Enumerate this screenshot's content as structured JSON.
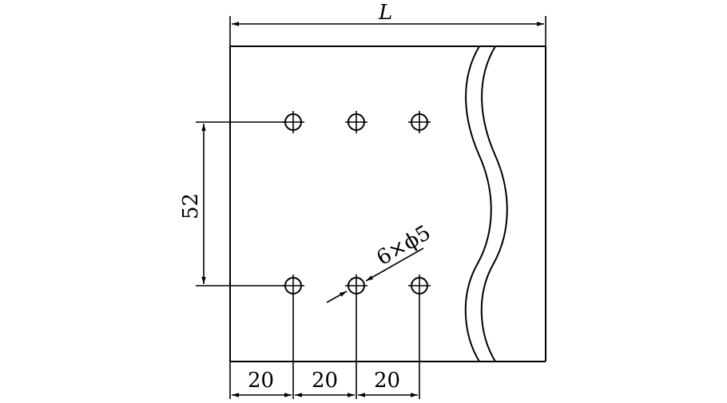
{
  "dimensions": {
    "length_label": "L",
    "vertical_spacing": "52",
    "horizontal_spacing_1": "20",
    "horizontal_spacing_2": "20",
    "horizontal_spacing_3": "20",
    "hole_callout": "6×ϕ5"
  },
  "colors": {
    "line": "#000000",
    "background": "#ffffff"
  }
}
